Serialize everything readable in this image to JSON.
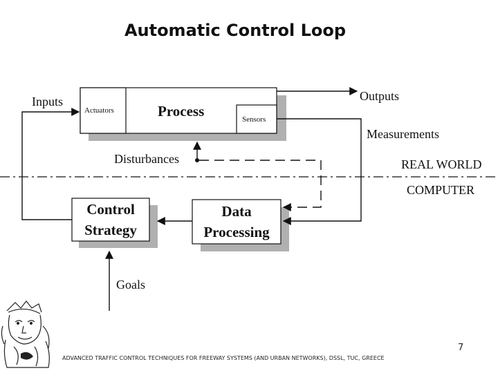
{
  "title": "Automatic Control Loop",
  "diagram": {
    "inputs": "Inputs",
    "actuators": "Actuators",
    "process": "Process",
    "sensors": "Sensors",
    "outputs": "Outputs",
    "measurements": "Measurements",
    "disturbances": "Disturbances",
    "real_world": "REAL WORLD",
    "computer": "COMPUTER",
    "control_strategy_line1": "Control",
    "control_strategy_line2": "Strategy",
    "data_processing_line1": "Data",
    "data_processing_line2": "Processing",
    "goals": "Goals"
  },
  "footer": {
    "text": "ADVANCED TRAFFIC CONTROL TECHNIQUES FOR FREEWAY SYSTEMS (AND URBAN NETWORKS), DSSL, TUC, GREECE",
    "page_number": "7"
  }
}
